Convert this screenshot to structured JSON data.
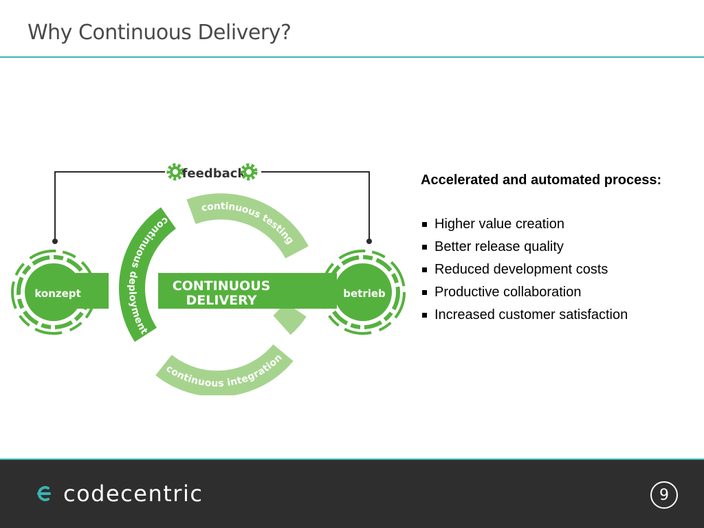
{
  "slide": {
    "title": "Why Continuous Delivery?",
    "page_number": "9"
  },
  "diagram": {
    "feedback_label": "feedback",
    "center_label_line1": "CONTINUOUS",
    "center_label_line2": "DELIVERY",
    "left_node_label": "konzept",
    "right_node_label": "betrieb",
    "arc_top_label": "continuous testing",
    "arc_left_label": "continuous deployment",
    "arc_bottom_label": "continuous integration",
    "colors": {
      "green_dark": "#55b13e",
      "green_light": "#a6d48e",
      "line": "#2b2b2b",
      "accent_rule": "#3bb3b5"
    }
  },
  "copy": {
    "heading": "Accelerated and automated process:",
    "benefits": [
      "Higher value creation",
      "Better release quality",
      "Reduced development costs",
      "Productive collaboration",
      "Increased customer satisfaction"
    ]
  },
  "footer": {
    "brand": "codecentric",
    "icon": "codecentric-logo-icon"
  }
}
